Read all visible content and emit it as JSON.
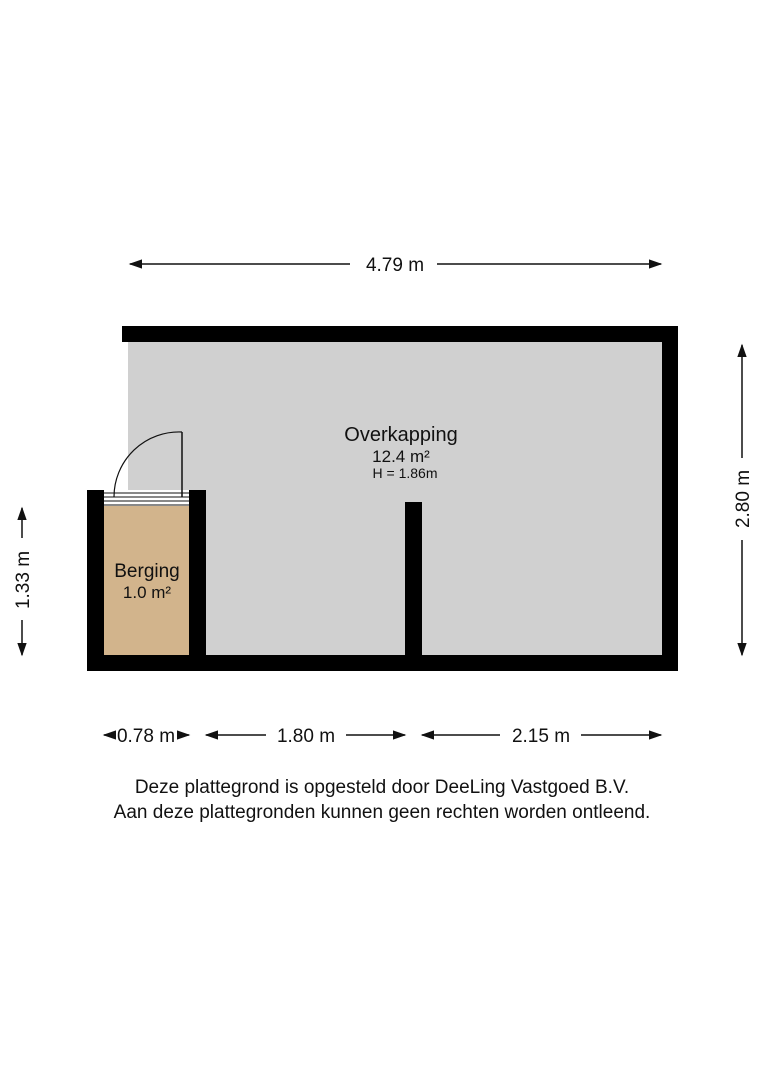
{
  "rooms": {
    "overkapping": {
      "name": "Overkapping",
      "area": "12.4 m²",
      "height": "H = 1.86m",
      "fill": "#d0d0d0"
    },
    "berging": {
      "name": "Berging",
      "area": "1.0 m²",
      "fill": "#d2b48c"
    }
  },
  "dimensions": {
    "top_width": "4.79 m",
    "right_height": "2.80 m",
    "left_height": "1.33 m",
    "bottom_segment_1": "0.78 m",
    "bottom_segment_2": "1.80 m",
    "bottom_segment_3": "2.15 m"
  },
  "disclaimer": {
    "line1": "Deze plattegrond is opgesteld door DeeLing Vastgoed B.V.",
    "line2": "Aan deze plattegronden kunnen geen rechten worden ontleend."
  },
  "colors": {
    "wall": "#000000",
    "floor_overkapping": "#d0d0d0",
    "floor_berging": "#d2b48c"
  }
}
